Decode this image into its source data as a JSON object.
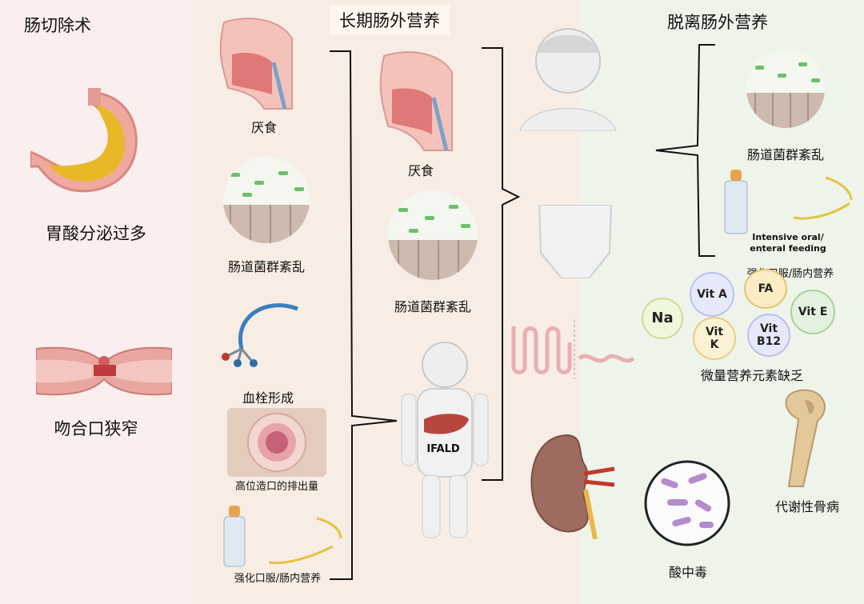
{
  "panels": {
    "left": {
      "title": "肠切除术",
      "items": [
        "胃酸分泌过多",
        "吻合口狭窄"
      ]
    },
    "middle": {
      "title": "长期肠外营养",
      "col1": [
        "厌食",
        "肠道菌群紊乱",
        "血栓形成",
        "高位造口的排出量",
        "强化口服/肠内营养"
      ],
      "col2": [
        "厌食",
        "肠道菌群紊乱"
      ],
      "ifald": "IFALD"
    },
    "right_mid": [
      "身材矮小/",
      "发育迟缓",
      "吻合口周围溃疡",
      "肾病"
    ],
    "right": {
      "title": "脱离肠外营养",
      "items": [
        "肠道菌群紊乱",
        "强化口服/肠内营养",
        "微量营养元素缺乏",
        "代谢性骨病",
        "酸中毒"
      ],
      "feeding_en": [
        "Intensive oral/",
        "enteral feeding"
      ],
      "micronutrients": [
        "Na",
        "Vit A",
        "FA",
        "Vit E",
        "Vit K",
        "Vit B12"
      ]
    }
  },
  "colors": {
    "left_bg": "#fbeeee",
    "middle_bg": "#f8ede4",
    "right_bg": "#eef4ea"
  }
}
